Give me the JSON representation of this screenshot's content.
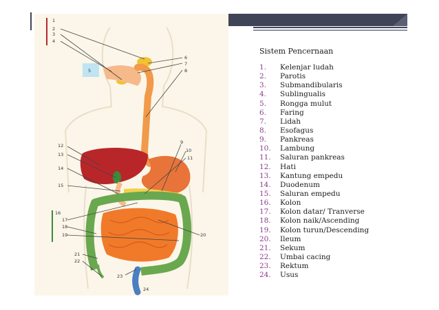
{
  "slide": {
    "title": "Sistem Pencernaan",
    "items": [
      {
        "num": "1.",
        "label": "Kelenjar ludah"
      },
      {
        "num": "2.",
        "label": "Parotis"
      },
      {
        "num": "3.",
        "label": "Submandibularis"
      },
      {
        "num": "4.",
        "label": "Sublingualis"
      },
      {
        "num": "5.",
        "label": "Rongga mulut"
      },
      {
        "num": "6.",
        "label": "Faring"
      },
      {
        "num": "7.",
        "label": "Lidah"
      },
      {
        "num": "8.",
        "label": "Esofagus"
      },
      {
        "num": "9.",
        "label": "Pankreas"
      },
      {
        "num": "10.",
        "label": "Lambung"
      },
      {
        "num": "11.",
        "label": "Saluran pankreas"
      },
      {
        "num": "12.",
        "label": "Hati"
      },
      {
        "num": "13.",
        "label": "Kantung empedu"
      },
      {
        "num": "14.",
        "label": "Duodenum"
      },
      {
        "num": "15.",
        "label": "Saluran empedu"
      },
      {
        "num": "16.",
        "label": "Kolon"
      },
      {
        "num": "17.",
        "label": "Kolon datar/ Tranverse"
      },
      {
        "num": "18.",
        "label": "Kolon naik/Ascending"
      },
      {
        "num": "19.",
        "label": "Kolon turun/Descending"
      },
      {
        "num": "20.",
        "label": "Ileum"
      },
      {
        "num": "21.",
        "label": "Sekum"
      },
      {
        "num": "22.",
        "label": "Umbai cacing"
      },
      {
        "num": "23.",
        "label": "Rektum"
      },
      {
        "num": "24.",
        "label": "Usus"
      }
    ]
  },
  "diagram": {
    "labels": [
      "1",
      "2",
      "3",
      "4",
      "5",
      "6",
      "7",
      "8",
      "9",
      "10",
      "11",
      "12",
      "13",
      "14",
      "15",
      "16",
      "17",
      "18",
      "19",
      "20",
      "21",
      "22",
      "23",
      "24"
    ]
  },
  "colors": {
    "accent_dark": "#3f4556",
    "number_color": "#8d3b8b",
    "liver": "#b8262a",
    "stomach": "#e8743a",
    "colon": "#6aa84f",
    "intestine": "#f07a2a",
    "esophagus": "#f09a4a",
    "gland": "#f2c233",
    "figure_bg": "#fbf6e9"
  }
}
